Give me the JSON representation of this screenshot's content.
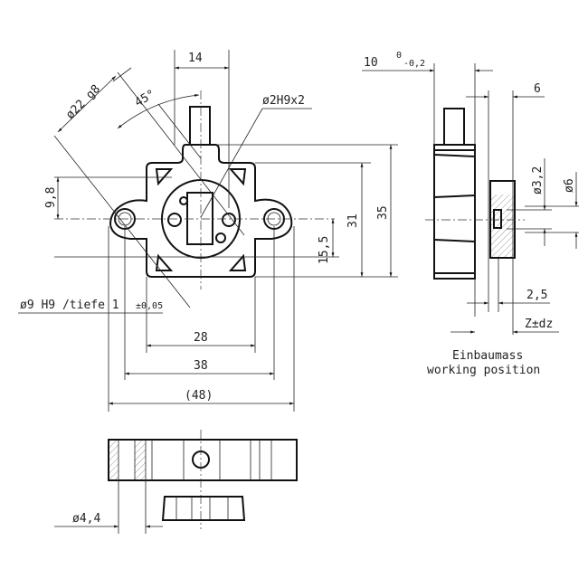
{
  "drawing": {
    "front_view": {
      "dim_width_top": "14",
      "dim_diameter_flange": "ø22 g8",
      "dim_angle": "45°",
      "dim_pin_hole": "ø2H9x2",
      "dim_offset": "9,8",
      "dim_bore_note": "ø9 H9 /tiefe 1",
      "dim_tolerance": "±0,05",
      "dim_height_1": "15,5",
      "dim_height_2": "31",
      "dim_height_3": "35",
      "dim_width_1": "28",
      "dim_width_2": "38",
      "dim_width_3": "(48)"
    },
    "side_view": {
      "dim_thickness": "10",
      "dim_thickness_tol_upper": "0",
      "dim_thickness_tol_lower": "-0,2",
      "dim_knob_width": "6",
      "dim_hole_diameter": "ø3,2",
      "dim_knob_diameter": "ø6",
      "dim_gap": "2,5",
      "dim_z": "Z±dz",
      "note_line1": "Einbaumass",
      "note_line2": "working position"
    },
    "bottom_view": {
      "dim_hole": "ø4,4"
    }
  }
}
